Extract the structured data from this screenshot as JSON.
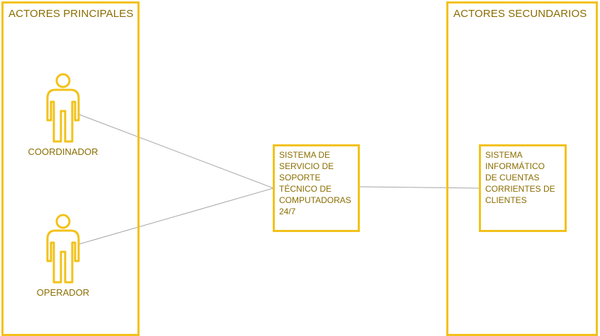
{
  "panels": {
    "left_title": "ACTORES PRINCIPALES",
    "right_title": "ACTORES SECUNDARIOS"
  },
  "actors": {
    "coordinator": "COORDINADOR",
    "operator": "OPERADOR"
  },
  "systems": {
    "main": "SISTEMA DE\nSERVICIO DE\nSOPORTE\nTÉCNICO DE\nCOMPUTADORAS\n24/7",
    "secondary": "SISTEMA\nINFORMÁTICO\nDE CUENTAS\nCORRIENTES DE\nCLIENTES"
  },
  "colors": {
    "accent": "#f2c21a",
    "text": "#8a6d00",
    "connector": "#a6a6a6"
  },
  "icons": {
    "actor": "person-icon"
  }
}
